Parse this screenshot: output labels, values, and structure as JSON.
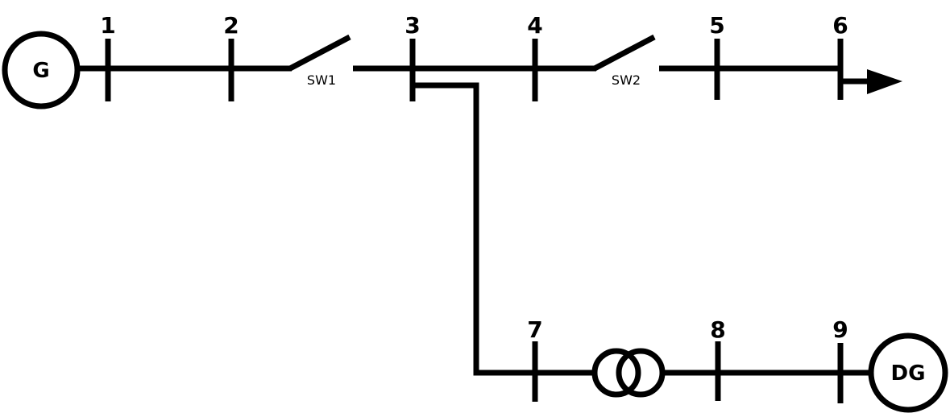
{
  "diagram": {
    "buses": [
      "1",
      "2",
      "3",
      "4",
      "5",
      "6",
      "7",
      "8",
      "9"
    ],
    "switches": [
      "SW1",
      "SW2"
    ],
    "sources": {
      "generator": "G",
      "distributed_generator": "DG"
    },
    "colors": {
      "line": "#000000",
      "background": "#ffffff"
    },
    "icons": [
      "generator-icon",
      "transformer-icon",
      "load-arrow-icon",
      "switch-icon"
    ]
  }
}
